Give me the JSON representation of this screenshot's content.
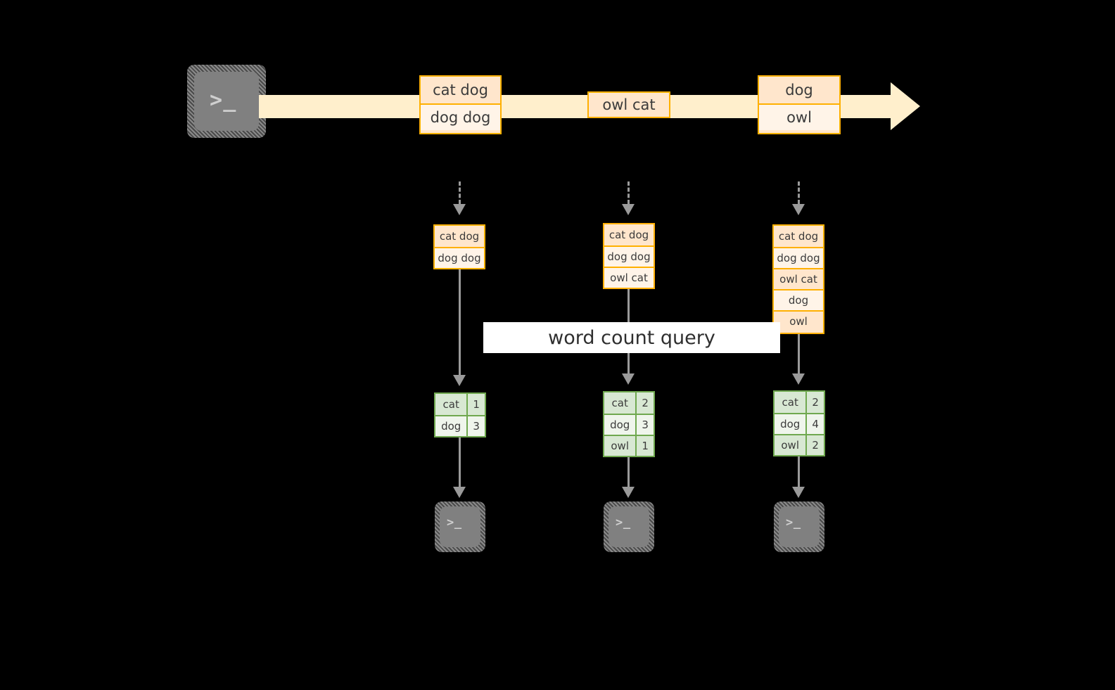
{
  "diagram": {
    "title": "word count query",
    "colors": {
      "background": "#000000",
      "stream_band": "#ffefcc",
      "event_border": "#ffb000",
      "event_fill_dark": "#ffe6cc",
      "event_fill_light": "#fff4e8",
      "result_border": "#6fa84f",
      "result_fill_dark": "#d8e8d3",
      "result_fill_light": "#eff5ec",
      "connector": "#9a9a9a",
      "terminal_fill": "#808080",
      "label_fill": "#ffffff"
    },
    "icons": {
      "terminal": "terminal-prompt-icon",
      "terminal_glyph": ">_"
    },
    "stream": {
      "source_icon": "terminal-prompt-icon",
      "events": [
        {
          "id": "event-group-1",
          "lines": [
            "cat dog",
            "dog dog"
          ]
        },
        {
          "id": "event-group-2",
          "lines": [
            "owl cat"
          ]
        },
        {
          "id": "event-group-3",
          "lines": [
            "dog",
            "owl"
          ]
        }
      ]
    },
    "query_label": "word count query",
    "columns": [
      {
        "id": "snapshot-1",
        "log": [
          "cat dog",
          "dog dog"
        ],
        "result": [
          {
            "word": "cat",
            "count": "1"
          },
          {
            "word": "dog",
            "count": "3"
          }
        ],
        "sink_icon": "terminal-prompt-icon"
      },
      {
        "id": "snapshot-2",
        "log": [
          "cat dog",
          "dog dog",
          "owl cat"
        ],
        "result": [
          {
            "word": "cat",
            "count": "2"
          },
          {
            "word": "dog",
            "count": "3"
          },
          {
            "word": "owl",
            "count": "1"
          }
        ],
        "sink_icon": "terminal-prompt-icon"
      },
      {
        "id": "snapshot-3",
        "log": [
          "cat dog",
          "dog dog",
          "owl cat",
          "dog",
          "owl"
        ],
        "result": [
          {
            "word": "cat",
            "count": "2"
          },
          {
            "word": "dog",
            "count": "4"
          },
          {
            "word": "owl",
            "count": "2"
          }
        ],
        "sink_icon": "terminal-prompt-icon"
      }
    ]
  }
}
